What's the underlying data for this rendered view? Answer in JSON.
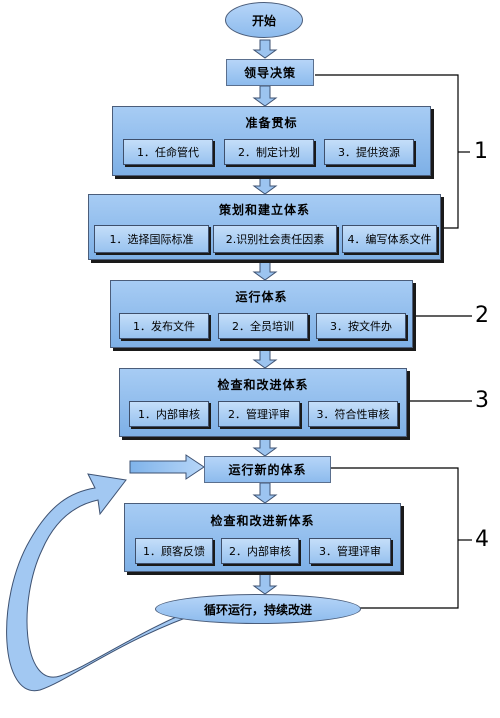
{
  "nodes": {
    "start": "开始",
    "leader": "领导决策",
    "prepare": {
      "title": "准备贯标",
      "items": [
        "1．任命管代",
        "2．制定计划",
        "3．提供资源"
      ]
    },
    "plan": {
      "title": "策划和建立体系",
      "items": [
        "1．选择国际标准",
        "2.识别社会责任因素",
        "4．编写体系文件"
      ]
    },
    "run": {
      "title": "运行体系",
      "items": [
        "1．发布文件",
        "2．全员培训",
        "3．按文件办"
      ]
    },
    "check": {
      "title": "检查和改进体系",
      "items": [
        "1．内部审核",
        "2．管理评审",
        "3．符合性审核"
      ]
    },
    "run_new": "运行新的体系",
    "check_new": {
      "title": "检查和改进新体系",
      "items": [
        "1．顾客反馈",
        "2．内部审核",
        "3．管理评审"
      ]
    },
    "loop": "循环运行，持续改进"
  },
  "phases": [
    "1",
    "2",
    "3",
    "4"
  ],
  "colors": {
    "box_fill": "#9cc4f0",
    "border": "#4b5d7a",
    "line": "#000000",
    "loop_arrow": "#9cc4f0"
  }
}
